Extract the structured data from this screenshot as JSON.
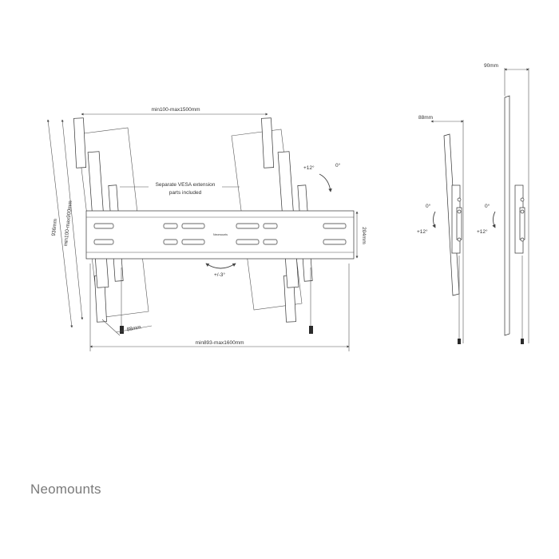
{
  "brand": {
    "name": "Neomounts"
  },
  "front_view": {
    "dim_vesa_width": "min100-max1500mm",
    "dim_mount_width": "min893-max1600mm",
    "dim_height_total": "936mm",
    "dim_vesa_height": "min100-max900mm",
    "dim_depth": "88mm",
    "dim_plate_height": "204mm",
    "note_line1": "Separate VESA extension",
    "note_line2": "parts included",
    "tilt_up": "+12°",
    "tilt_zero": "0°",
    "swivel": "+/-3°",
    "plate_logo": "Neomounts"
  },
  "side_view_tilted": {
    "dim_depth": "88mm",
    "tilt_zero": "0°",
    "tilt_up": "+12°"
  },
  "side_view_flat": {
    "dim_depth": "90mm",
    "tilt_zero": "0°",
    "tilt_up": "+12°"
  },
  "colors": {
    "line": "#555555",
    "part": "#333333",
    "brand": "#7a7a7a"
  }
}
